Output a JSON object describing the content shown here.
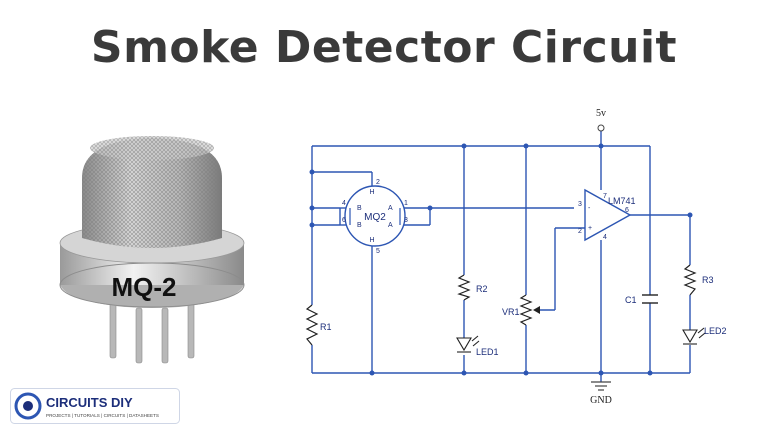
{
  "title": "Smoke Detector Circuit",
  "sensor": {
    "label": "MQ-2"
  },
  "schematic": {
    "supply_label": "5v",
    "ground_label": "GND",
    "sensor_label": "MQ2",
    "sensor_pins": {
      "left_top": "4",
      "left_bottom": "6",
      "right_top": "1",
      "right_bottom": "3",
      "top": "2",
      "bottom": "5",
      "a1": "A",
      "a2": "A",
      "b1": "B",
      "b2": "B",
      "h1": "H",
      "h2": "H"
    },
    "opamp_label": "LM741",
    "opamp_pins": {
      "inv": "2",
      "noninv": "3",
      "out": "6",
      "vcc": "7",
      "vee": "4",
      "minus": "-",
      "plus": "+"
    },
    "components": {
      "r1": "R1",
      "r2": "R2",
      "r3": "R3",
      "vr1": "VR1",
      "c1": "C1",
      "led1": "LED1",
      "led2": "LED2"
    }
  },
  "logo": {
    "brand": "CIRCUITS DIY",
    "tagline": "PROJECTS | TUTORIALS | CIRCUITS | DATASHEETS"
  },
  "colors": {
    "wire": "#2d56b3",
    "title": "#3a3a3a",
    "label": "#1c2e7a"
  }
}
